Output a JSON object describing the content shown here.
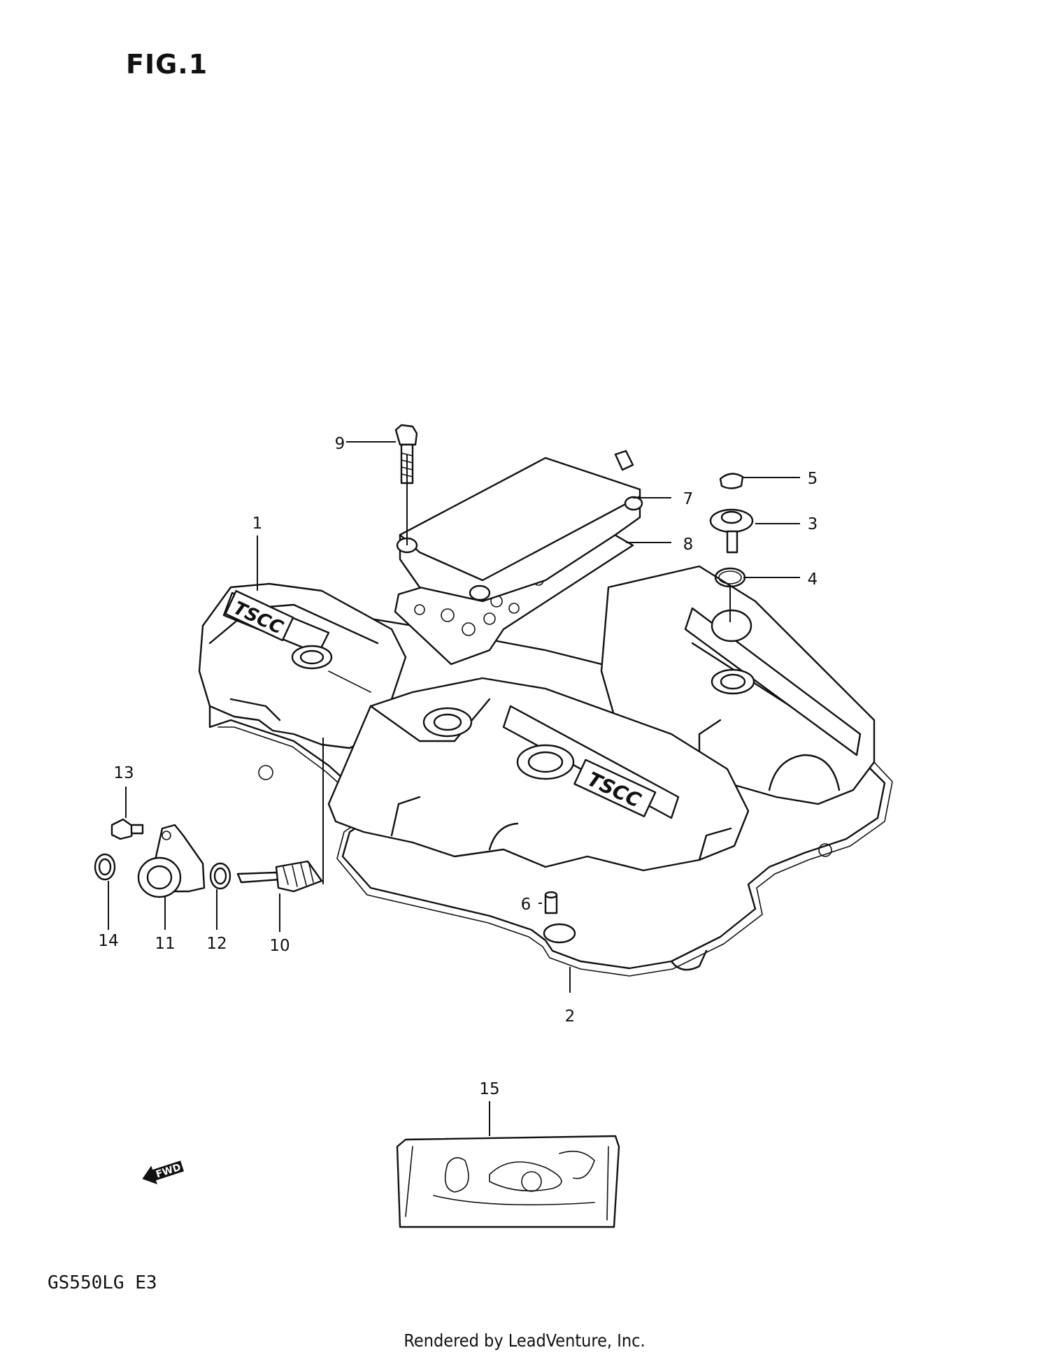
{
  "figure": {
    "title": "FIG.1"
  },
  "model": {
    "code": "GS550LG  E3"
  },
  "footer": {
    "credit": "Rendered by LeadVenture, Inc."
  },
  "direction_marker": {
    "label": "FWD",
    "icon": "fwd-arrow-icon"
  },
  "cover_marking": "TSCC",
  "callouts": [
    {
      "ref": "1"
    },
    {
      "ref": "2"
    },
    {
      "ref": "3"
    },
    {
      "ref": "4"
    },
    {
      "ref": "5"
    },
    {
      "ref": "6"
    },
    {
      "ref": "7"
    },
    {
      "ref": "8"
    },
    {
      "ref": "9"
    },
    {
      "ref": "10"
    },
    {
      "ref": "11"
    },
    {
      "ref": "12"
    },
    {
      "ref": "13"
    },
    {
      "ref": "14"
    },
    {
      "ref": "15"
    }
  ]
}
